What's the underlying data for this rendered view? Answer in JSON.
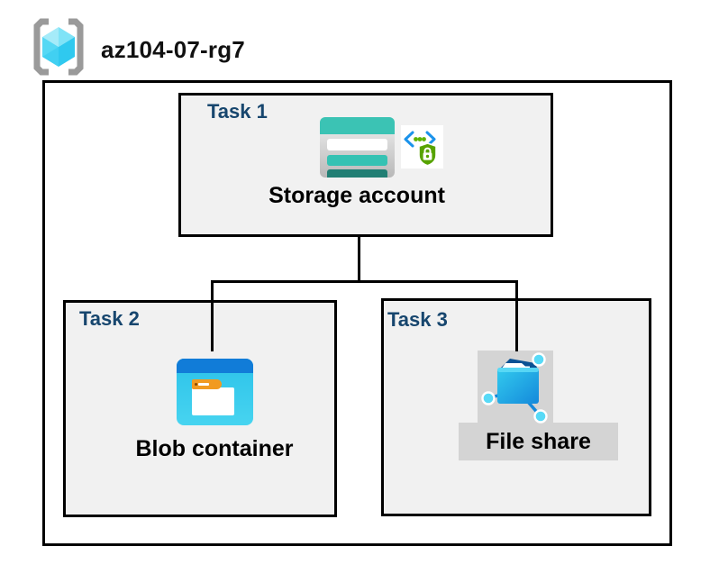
{
  "diagram": {
    "resource_group": {
      "name": "az104-07-rg7",
      "icon": "resource-group-icon"
    },
    "tasks": [
      {
        "label": "Task 1",
        "resource": "Storage account",
        "icons": [
          "storage-account-icon",
          "sas-shield-lock-icon"
        ]
      },
      {
        "label": "Task 2",
        "resource": "Blob container",
        "icons": [
          "blob-container-icon"
        ]
      },
      {
        "label": "Task 3",
        "resource": "File share",
        "icons": [
          "file-share-icon"
        ]
      }
    ],
    "connections": [
      {
        "from": "Storage account",
        "to": "Blob container"
      },
      {
        "from": "Storage account",
        "to": "File share"
      }
    ],
    "colors": {
      "task_label_navy": "#17466E",
      "box_fill_gray": "#F1F1F1",
      "box_border": "#000000",
      "selection_gray": "#D4D4D4",
      "storage_teal": "#3BC3B4",
      "storage_teal_dark": "#217F74",
      "blob_header_blue": "#117CD8",
      "blob_body_cyan": "#2CC2E9",
      "blob_tab_orange": "#F19A20",
      "fileshare_cyan": "#33CBEE",
      "fileshare_blue": "#1489DB",
      "fileshare_navy": "#0A5194",
      "sas_bracket_blue": "#1B93EB",
      "sas_green": "#57A300",
      "rg_bracket_gray": "#9A9A9A",
      "rg_cube_cyan_light": "#A5EBF9",
      "rg_cube_cyan": "#55D8F4",
      "rg_cube_cyan_dark": "#2FC9EF"
    }
  }
}
